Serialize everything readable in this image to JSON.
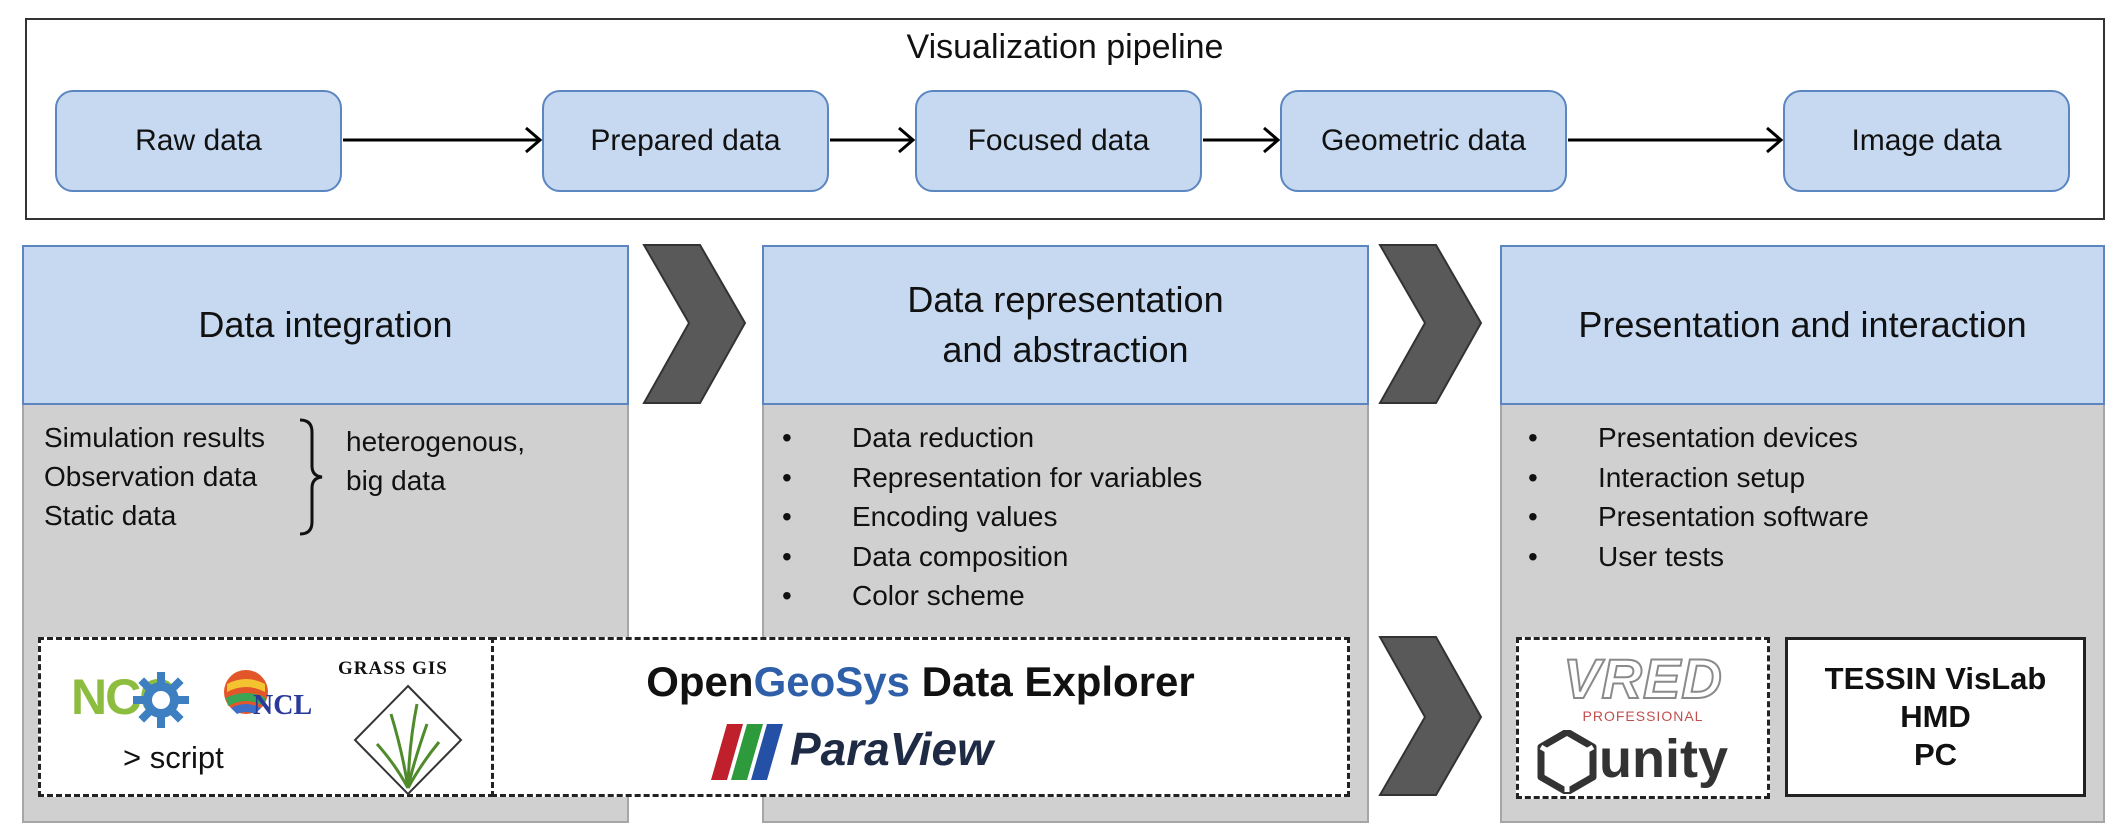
{
  "pipeline": {
    "title": "Visualization pipeline",
    "stages": [
      "Raw data",
      "Prepared data",
      "Focused data",
      "Geometric data",
      "Image data"
    ]
  },
  "columns": [
    {
      "title": "Data integration",
      "data_sources": [
        "Simulation results",
        "Observation data",
        "Static data"
      ],
      "brace_note": [
        "heterogenous,",
        "big data"
      ],
      "tools": [
        "NCO",
        "NCL",
        "GRASS GIS"
      ],
      "script_label": "> script"
    },
    {
      "title_lines": [
        "Data representation",
        "and abstraction"
      ],
      "bullets": [
        "Data reduction",
        "Representation for variables",
        "Encoding values",
        "Data composition",
        "Color scheme"
      ]
    },
    {
      "title": "Presentation and interaction",
      "bullets": [
        "Presentation devices",
        "Interaction setup",
        "Presentation software",
        "User tests"
      ],
      "software_logos": [
        "VRED",
        "PROFESSIONAL",
        "unity"
      ],
      "tessin_lines": [
        "TESSIN VisLab",
        "HMD",
        "PC"
      ]
    }
  ],
  "shared_tools": {
    "ogs_open": "Open",
    "ogs_geo": "GeoSys",
    "ogs_rest": " Data Explorer",
    "paraview": "ParaView"
  },
  "colors": {
    "stage_fill": "#c6d9f1",
    "stage_border": "#5b86c0",
    "body_fill": "#d0d0d0",
    "chevron": "#595959",
    "geosys_blue": "#2e5fa8",
    "nco_green": "#8cbd3f",
    "nco_gear": "#3d7fc1"
  }
}
